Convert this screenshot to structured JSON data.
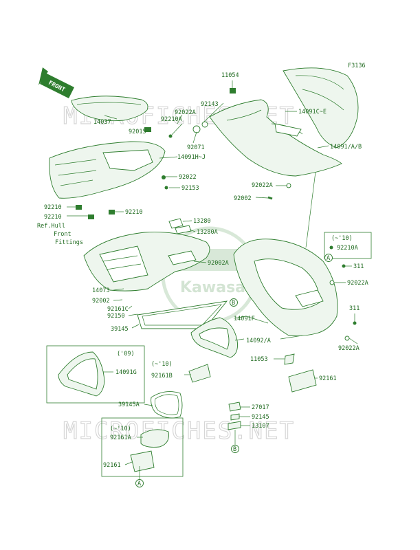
{
  "figure_code": "F3136",
  "front_tag": "FRONT",
  "watermark": "MICROFICHES.NET",
  "logo_text": "Kawasaki",
  "callouts": {
    "c11054": "11054",
    "c92143": "92143",
    "c92022A_1": "92022A",
    "c92210A_1": "92210A",
    "c14037": "14037",
    "c92015": "92015",
    "c92071": "92071",
    "c14091HJ": "14091H~J",
    "c14091CE": "14091C~E",
    "c14091AB": "14091/A/B",
    "c92022": "92022",
    "c92153": "92153",
    "c92022A_2": "92022A",
    "c92002_1": "92002",
    "c92210_1": "92210",
    "c92210_2": "92210",
    "c92210_3": "92210",
    "ref_hull_1": "Ref.Hull",
    "ref_hull_2": "Front",
    "ref_hull_3": "Fittings",
    "c13280": "13280",
    "c13280A": "13280A",
    "c92002A": "92002A",
    "c14073": "14073",
    "c92002_2": "92002",
    "c92161C": "92161C",
    "c92150": "92150",
    "c39145": "39145",
    "c14091F": "14091F",
    "c14092A": "14092/A",
    "c11053": "11053",
    "c92161": "92161",
    "c311_1": "311",
    "c92022A_3": "92022A",
    "c311_2": "311",
    "c92022A_4": "92022A",
    "c92210A_2": "92210A",
    "c14091G": "14091G",
    "c92161B": "92161B",
    "c39145A": "39145A",
    "c27017": "27017",
    "c92145": "92145",
    "c13107": "13107",
    "c92161A": "92161A",
    "c92161_2": "92161"
  },
  "notes": {
    "n10_a": "(~'10)",
    "n09": "('09)",
    "n10_b": "(~'10)",
    "n10_c": "(~'10)"
  },
  "refs": {
    "a": "A",
    "b": "B"
  }
}
